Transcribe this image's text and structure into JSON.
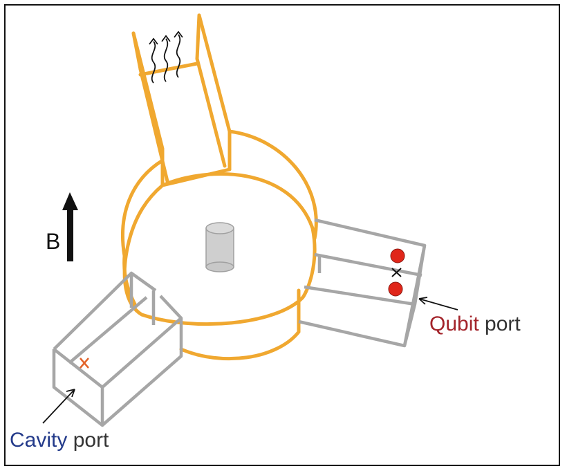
{
  "field": {
    "label": "B"
  },
  "ports": {
    "qubit": {
      "colored": "Qubit",
      "rest": " port",
      "color": "#a3232a"
    },
    "cavity": {
      "colored": "Cavity",
      "rest": " port",
      "color": "#233a8a"
    }
  },
  "colors": {
    "cavity_outline": "#f0a830",
    "waveguide": "#a6a6a6",
    "qubit_dot": "#e0261a",
    "marker": "#e2632a",
    "pin": "#cfcfcf"
  }
}
